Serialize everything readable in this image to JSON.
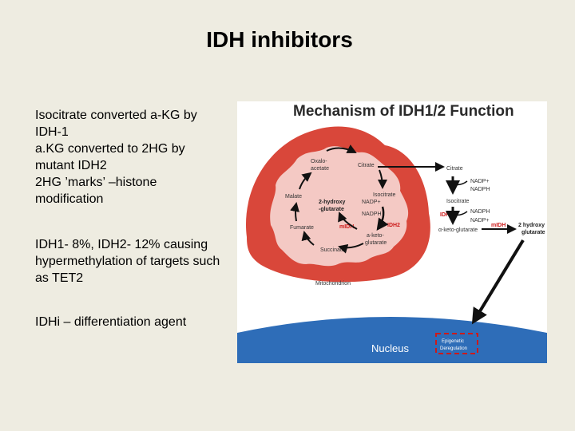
{
  "slide": {
    "title": "IDH inhibitors",
    "bullets_group1": [
      "Isocitrate converted  a-KG by IDH-1",
      "a.KG converted  to 2HG by mutant IDH2",
      "2HG ’marks’ –histone modification"
    ],
    "bullets_group2": [
      "IDH1- 8%, IDH2- 12% causing hypermethylation of targets such as TET2"
    ],
    "bullets_group3": [
      "IDHi – differentiation agent"
    ]
  },
  "figure": {
    "title": "Mechanism of IDH1/2 Function",
    "mito_labels": {
      "oxaloacetate_1": "Oxalo-",
      "oxaloacetate_2": "acetate",
      "citrate": "Citrate",
      "malate": "Malate",
      "hydroxy_1": "2-hydroxy",
      "hydroxy_2": "-glutarate",
      "isocitrate": "Isocitrate",
      "nadp": "NADP+",
      "nadph": "NADPH",
      "idh2": "IDH2",
      "fumarate": "Fumarate",
      "midh": "mIDH",
      "akg_1": "a-keto-",
      "akg_2": "glutarate",
      "succinate": "Succinate",
      "mitochondrion": "Mitochondrion"
    },
    "cyto_labels": {
      "citrate": "Citrate",
      "nadp": "NADP+",
      "nadph": "NADPH",
      "isocitrate": "Isocitrate",
      "idh1": "IDH1",
      "nadph2": "NADPH",
      "nadp2": "NADP+",
      "akg": "α-keto-glutarate",
      "midh": "mIDH",
      "hydroxy_1": "2 hydroxy",
      "hydroxy_2": "glutarate"
    },
    "nucleus": {
      "label": "Nucleus",
      "epi_1": "Epigenetic",
      "epi_2": "Deregulation"
    },
    "colors": {
      "outer_membrane": "#d9473a",
      "matrix": "#f4c9c4",
      "nucleus": "#2e6db8",
      "enzyme_red": "#cc1a1a"
    }
  }
}
